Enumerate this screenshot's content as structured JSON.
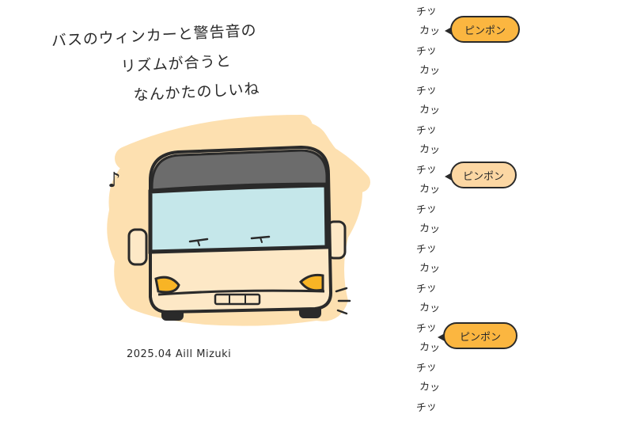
{
  "caption": {
    "line1": "バスのウィンカーと警告音の",
    "line2": "リズムが合うと",
    "line3": "なんかたのしいね"
  },
  "signature": "2025.04 Aill Mizuki",
  "music_note": "♪",
  "sound_column": [
    "チッ",
    "カッ",
    "チッ",
    "カッ",
    "チッ",
    "カッ",
    "チッ",
    "カッ",
    "チッ",
    "カッ",
    "チッ",
    "カッ",
    "チッ",
    "カッ",
    "チッ",
    "カッ",
    "チッ",
    "カッ",
    "チッ",
    "カッ",
    "チッ"
  ],
  "bubbles": [
    "ピンポン",
    "ピンポン",
    "ピンポン"
  ],
  "colors": {
    "background": "#ffffff",
    "blob": "#fde0b0",
    "bus_body": "#fde8c6",
    "windshield": "#c5e7ea",
    "roof": "#6c6c6c",
    "headlight": "#f8b425",
    "outline": "#2a2a2a",
    "bubble": "#fbb640"
  }
}
